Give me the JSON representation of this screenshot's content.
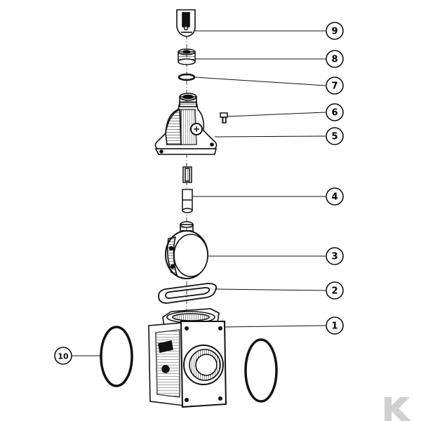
{
  "diagram": {
    "type": "exploded-parts-diagram",
    "subject": "gate valve assembly",
    "callouts": [
      {
        "label": "9"
      },
      {
        "label": "8"
      },
      {
        "label": "7"
      },
      {
        "label": "6"
      },
      {
        "label": "5"
      },
      {
        "label": "4"
      },
      {
        "label": "3"
      },
      {
        "label": "2"
      },
      {
        "label": "1"
      },
      {
        "label": "10"
      }
    ],
    "watermark": {
      "text": "K",
      "color": "#d0d0d0"
    },
    "colors": {
      "ink": "#111111",
      "paper": "#ffffff"
    }
  }
}
